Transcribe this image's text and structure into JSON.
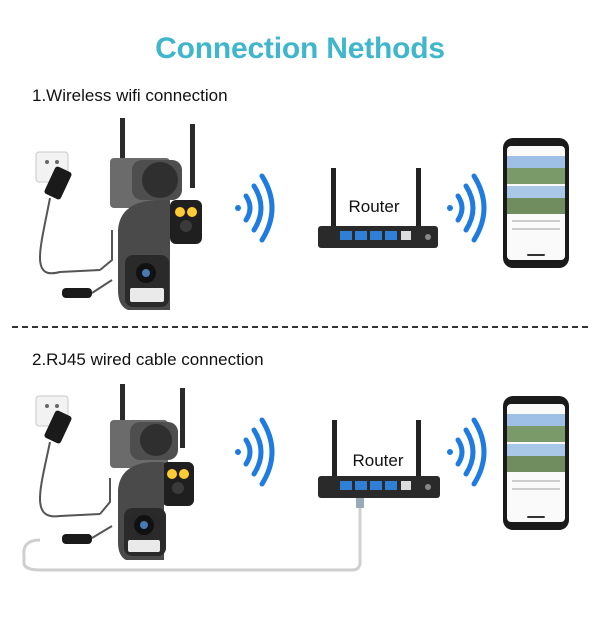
{
  "title": "Connection Nethods",
  "sections": [
    {
      "label": "1.Wireless wifi connection",
      "router_label": "Router"
    },
    {
      "label": "2.RJ45 wired cable connection",
      "router_label": "Router"
    }
  ],
  "colors": {
    "title": "#3fb6cc",
    "wifi_waves": "#1e7be0",
    "router_ports": "#2f7fd6"
  }
}
